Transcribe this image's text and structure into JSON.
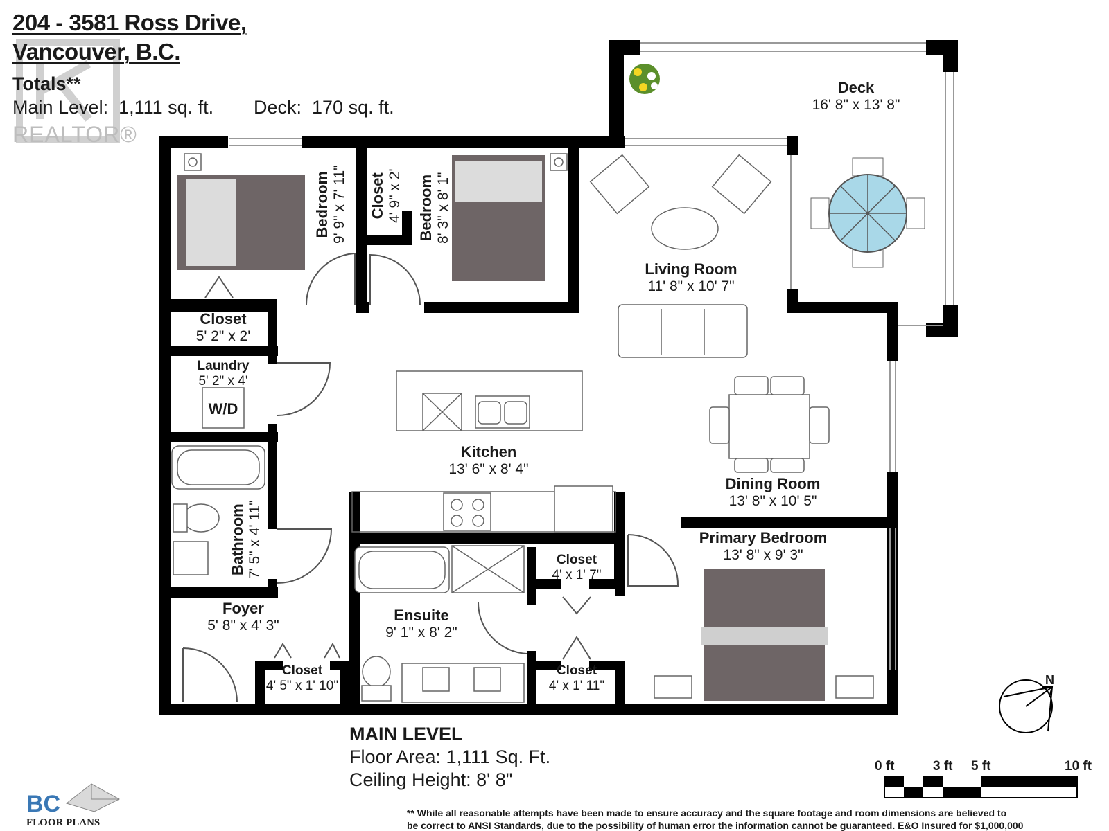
{
  "header": {
    "address_line1": "204 - 3581 Ross Drive,",
    "address_line2": "Vancouver, B.C.",
    "totals_label": "Totals**",
    "main_level": "Main Level:  1,111 sq. ft.",
    "deck_total": "Deck:  170 sq. ft."
  },
  "watermark": {
    "text": "REALTOR®"
  },
  "rooms": {
    "deck": {
      "name": "Deck",
      "dim": "16' 8\" x 13' 8\""
    },
    "living": {
      "name": "Living Room",
      "dim": "11' 8\" x 10' 7\""
    },
    "bedroom1": {
      "name": "Bedroom",
      "dim": "9' 9\" x 7' 11\""
    },
    "closet_b2": {
      "name": "Closet",
      "dim": "4' 9\" x 2'"
    },
    "bedroom2": {
      "name": "Bedroom",
      "dim": "8' 3\" x 8' 1\""
    },
    "closet1": {
      "name": "Closet",
      "dim": "5' 2\" x 2'"
    },
    "laundry": {
      "name": "Laundry",
      "dim": "5' 2\" x 4'",
      "wd": "W/D"
    },
    "kitchen": {
      "name": "Kitchen",
      "dim": "13' 6\" x 8' 4\""
    },
    "dining": {
      "name": "Dining Room",
      "dim": "13' 8\" x 10' 5\""
    },
    "bathroom": {
      "name": "Bathroom",
      "dim": "7' 5\" x 4' 11\""
    },
    "primary": {
      "name": "Primary Bedroom",
      "dim": "13' 8\" x 9' 3\""
    },
    "closet_pb1": {
      "name": "Closet",
      "dim": "4' x 1' 7\""
    },
    "ensuite": {
      "name": "Ensuite",
      "dim": "9' 1\" x 8' 2\""
    },
    "foyer": {
      "name": "Foyer",
      "dim": "5' 8\" x 4' 3\""
    },
    "closet_foyer": {
      "name": "Closet",
      "dim": "4' 5\" x 1' 10\""
    },
    "closet_pb2": {
      "name": "Closet",
      "dim": "4' x 1' 11\""
    }
  },
  "footer": {
    "level": "MAIN LEVEL",
    "floor_area": "Floor Area: 1,111 Sq. Ft.",
    "ceiling": "Ceiling Height: 8' 8\"",
    "disclaimer1": "** While all reasonable attempts have been made to ensure accuracy and the square footage and room dimensions are believed to",
    "disclaimer2": "be correct to ANSI Standards, due to the possibility of human error the information cannot be guaranteed. E&O Insured for $1,000,000"
  },
  "scale": {
    "l0": "0 ft",
    "l3": "3 ft",
    "l5": "5 ft",
    "l10": "10 ft"
  },
  "compass": {
    "label": "N"
  },
  "logo": {
    "bc": "BC",
    "fp": "FLOOR PLANS"
  },
  "colors": {
    "wall": "#000000",
    "bed": "#6e6566",
    "table": "#a9d8e8",
    "watermark": "#bdbdbd",
    "logo_blue": "#3a78b5"
  }
}
